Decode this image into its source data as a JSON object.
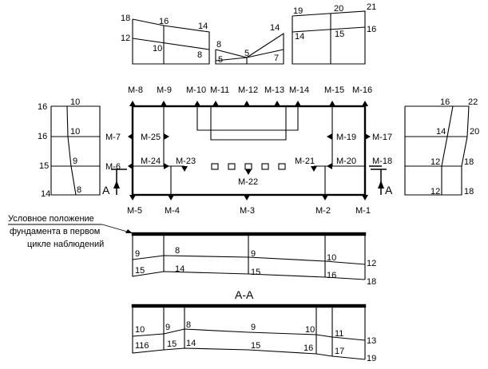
{
  "top_profiles": {
    "left": [
      "18",
      "16",
      "14",
      "12",
      "10",
      "8"
    ],
    "middle": [
      "8",
      "5",
      "5",
      "7",
      "14"
    ],
    "right": [
      "19",
      "20",
      "21",
      "14",
      "15",
      "16"
    ]
  },
  "left_profile": [
    "16",
    "10",
    "16",
    "10",
    "15",
    "9",
    "14",
    "8"
  ],
  "right_profile": [
    "16",
    "22",
    "14",
    "20",
    "12",
    "18",
    "12",
    "18"
  ],
  "marks": {
    "top": [
      "M-8",
      "M-9",
      "M-10",
      "M-11",
      "M-12",
      "M-13",
      "M-14",
      "M-15",
      "M-16"
    ],
    "bottom": [
      "M-5",
      "M-4",
      "M-3",
      "M-2",
      "M-1"
    ],
    "inner": [
      "M-7",
      "M-25",
      "M-6",
      "M-24",
      "M-23",
      "M-19",
      "M-17",
      "M-21",
      "M-20",
      "M-18",
      "M-22"
    ]
  },
  "section_letter": "A",
  "note_lines": [
    "Условное положение",
    "фундамента в первом",
    "цикле наблюдений"
  ],
  "section1": {
    "upper": [
      "9",
      "8",
      "9",
      "10",
      "12"
    ],
    "lower": [
      "15",
      "14",
      "15",
      "16",
      "18"
    ]
  },
  "section_title": "А-А",
  "section2": {
    "upper": [
      "10",
      "9",
      "8",
      "9",
      "10",
      "11",
      "13"
    ],
    "lower": [
      "116",
      "15",
      "14",
      "15",
      "16",
      "17",
      "19"
    ]
  }
}
